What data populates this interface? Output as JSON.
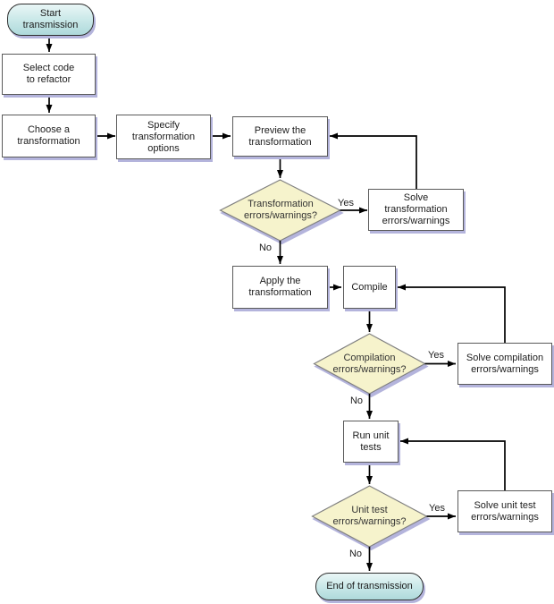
{
  "colors": {
    "terminal_fill_top": "#e9f6f6",
    "terminal_fill_bottom": "#aed9db",
    "decision_fill": "#f6f3cc",
    "process_fill": "#ffffff",
    "border": "#5a5a5a",
    "terminal_border": "#2e2e2e",
    "decision_border": "#808080",
    "shadow": "#b4b4dc",
    "arrow": "#000000",
    "text": "#1c1c1c",
    "background": "#ffffff"
  },
  "nodes": {
    "start": {
      "label": "Start\ntransmission",
      "type": "terminal"
    },
    "select_code": {
      "label": "Select code\nto refactor",
      "type": "process"
    },
    "choose_transformation": {
      "label": "Choose a\ntransformation",
      "type": "process"
    },
    "specify_options": {
      "label": "Specify\ntransformation\noptions",
      "type": "process"
    },
    "preview_transformation": {
      "label": "Preview the\ntransformation",
      "type": "process"
    },
    "transformation_errors_decision": {
      "label": "Transformation\nerrors/warnings?",
      "type": "decision"
    },
    "solve_transformation_errors": {
      "label": "Solve\ntransformation\nerrors/warnings",
      "type": "process"
    },
    "apply_transformation": {
      "label": "Apply the\ntransformation",
      "type": "process"
    },
    "compile": {
      "label": "Compile",
      "type": "process"
    },
    "compilation_errors_decision": {
      "label": "Compilation\nerrors/warnings?",
      "type": "decision"
    },
    "solve_compilation_errors": {
      "label": "Solve compilation\nerrors/warnings",
      "type": "process"
    },
    "run_unit_tests": {
      "label": "Run unit\ntests",
      "type": "process"
    },
    "unit_test_errors_decision": {
      "label": "Unit test\nerrors/warnings?",
      "type": "decision"
    },
    "solve_unit_test_errors": {
      "label": "Solve unit test\nerrors/warnings",
      "type": "process"
    },
    "end": {
      "label": "End of transmission",
      "type": "terminal"
    }
  },
  "edge_labels": {
    "transformation_yes": "Yes",
    "transformation_no": "No",
    "compilation_yes": "Yes",
    "compilation_no": "No",
    "unit_test_yes": "Yes",
    "unit_test_no": "No"
  }
}
